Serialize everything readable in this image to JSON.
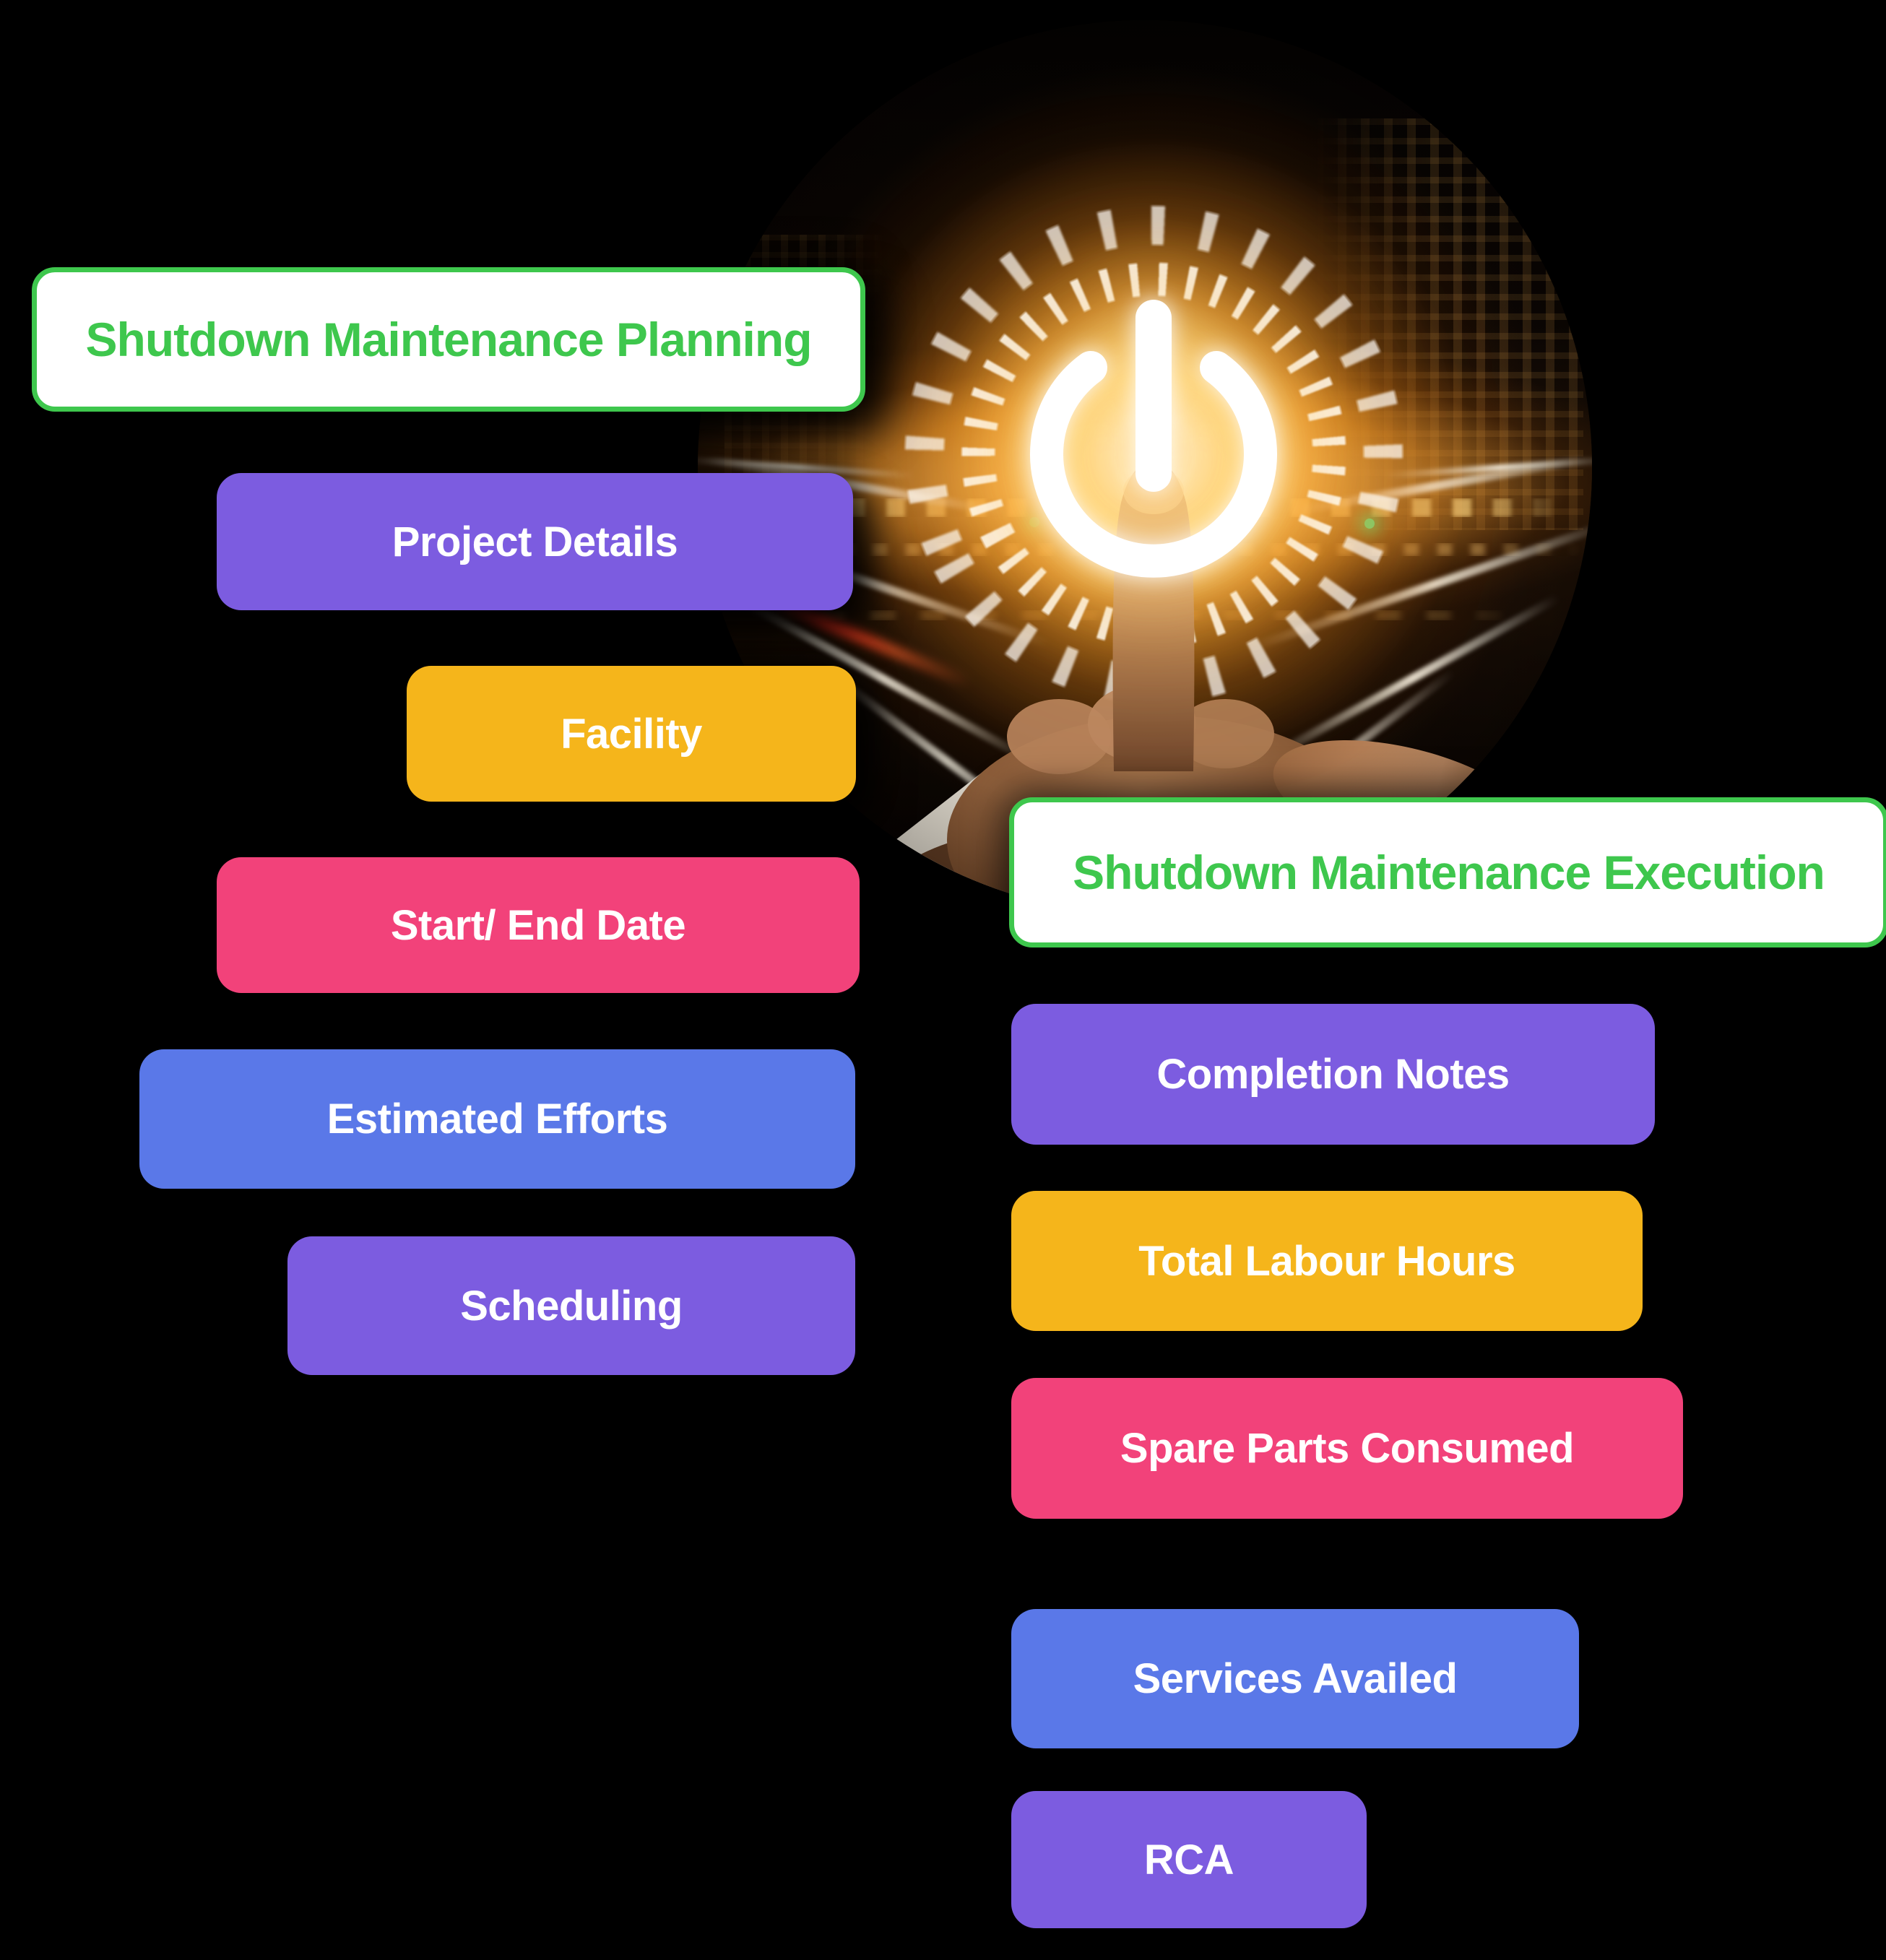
{
  "colors": {
    "background": "#000000",
    "green": "#3EC74D",
    "purple": "#7C5CE0",
    "yellow": "#F5B51B",
    "pink": "#F2427A",
    "blue": "#5A78E8",
    "white": "#FFFFFF"
  },
  "left_group": {
    "header": "Shutdown Maintenance Planning",
    "items": [
      {
        "label": "Project Details",
        "color": "purple"
      },
      {
        "label": "Facility",
        "color": "yellow"
      },
      {
        "label": "Start/ End Date",
        "color": "pink"
      },
      {
        "label": "Estimated Efforts",
        "color": "blue"
      },
      {
        "label": "Scheduling",
        "color": "purple"
      }
    ]
  },
  "right_group": {
    "header": "Shutdown Maintenance Execution",
    "items": [
      {
        "label": "Completion Notes",
        "color": "purple"
      },
      {
        "label": "Total Labour Hours",
        "color": "yellow"
      },
      {
        "label": "Spare Parts Consumed",
        "color": "pink"
      },
      {
        "label": "Services Availed",
        "color": "blue"
      },
      {
        "label": "RCA",
        "color": "purple"
      }
    ]
  },
  "hero": {
    "icon": "power-icon"
  }
}
